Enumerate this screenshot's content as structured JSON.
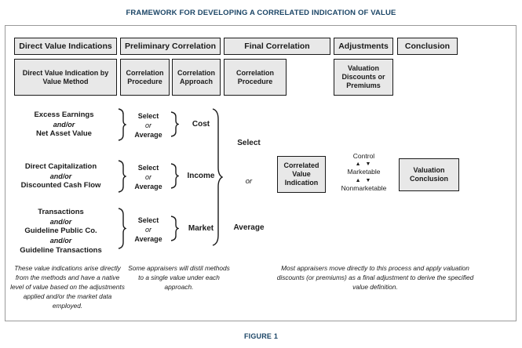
{
  "figure": {
    "title": "FRAMEWORK FOR DEVELOPING A CORRELATED INDICATION OF VALUE",
    "caption": "FIGURE 1",
    "title_color": "#1b4566",
    "box_fill": "#e8e8e8",
    "box_stroke": "#1a1a1a",
    "frame_stroke": "#9a9a9a"
  },
  "headers": [
    {
      "label": "Direct Value Indications"
    },
    {
      "label": "Preliminary Correlation"
    },
    {
      "label": "Final Correlation"
    },
    {
      "label": "Adjustments"
    },
    {
      "label": "Conclusion"
    }
  ],
  "subheaders": [
    {
      "label": "Direct Value Indication by Value Method"
    },
    {
      "label": "Correlation Procedure"
    },
    {
      "label": "Correlation Approach"
    },
    {
      "label": "Correlation Procedure"
    },
    {
      "label": "Valuation Discounts or Premiums"
    }
  ],
  "methods": [
    {
      "line1": "Excess Earnings",
      "line2": "and/or",
      "line3": "Net Asset Value",
      "line4": "",
      "line5": ""
    },
    {
      "line1": "Direct Capitalization",
      "line2": "and/or",
      "line3": "Discounted Cash Flow",
      "line4": "",
      "line5": ""
    },
    {
      "line1": "Transactions",
      "line2": "and/or",
      "line3": "Guideline Public Co.",
      "line4": "and/or",
      "line5": "Guideline Transactions"
    }
  ],
  "select_or_average": {
    "line1": "Select",
    "line2": "or",
    "line3": "Average"
  },
  "approaches": [
    {
      "label": "Cost"
    },
    {
      "label": "Income"
    },
    {
      "label": "Market"
    }
  ],
  "final_selection": {
    "line1": "Select",
    "line2": "or",
    "line3": "Average"
  },
  "correlated_box": {
    "label": "Correlated Value Indication"
  },
  "levels_of_value": {
    "top": "Control",
    "arrow1": "▲ ▼",
    "middle": "Marketable",
    "arrow2": "▲ ▼",
    "bottom": "Nonmarketable"
  },
  "conclusion_box": {
    "label": "Valuation Conclusion"
  },
  "notes": [
    {
      "text": "These value indications arise directly from the methods and have a native level of value based on the adjustments applied and/or the market data employed."
    },
    {
      "text": "Some appraisers will distil methods to a single value under each approach."
    },
    {
      "text": "Most appraisers move directly to this process and apply valuation discounts (or premiums) as a final adjustment to derive the specified value definition."
    }
  ]
}
